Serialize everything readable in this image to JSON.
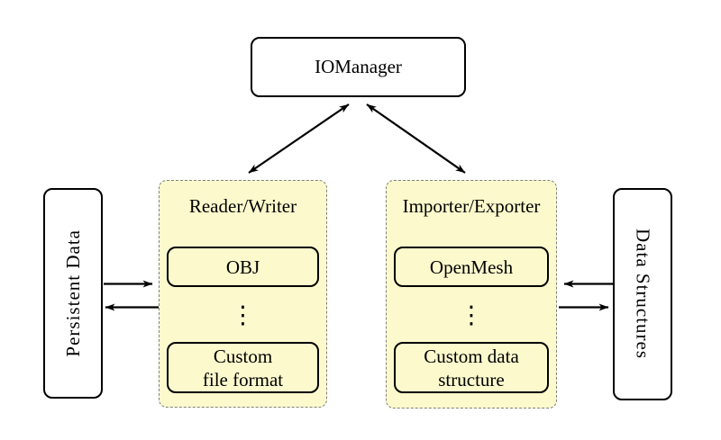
{
  "colors": {
    "background": "#FFFFFF",
    "group_fill": "#FCFACD",
    "group_border": "#7F7F7F",
    "node_border": "#000000",
    "node_fill": "#FFFFFF",
    "arrow": "#000000"
  },
  "nodes": {
    "io_manager": {
      "label": "IOManager"
    },
    "persistent_data": {
      "label": "Persistent Data"
    },
    "data_structures": {
      "label": "Data Structures"
    }
  },
  "groups": {
    "reader_writer": {
      "title": "Reader/Writer",
      "top_box": {
        "label": "OBJ"
      },
      "dots": "⋮",
      "bottom_box": {
        "line1": "Custom",
        "line2": "file format"
      }
    },
    "importer_exporter": {
      "title": "Importer/Exporter",
      "top_box": {
        "label": "OpenMesh"
      },
      "dots": "⋮",
      "bottom_box": {
        "line1": "Custom data",
        "line2": "structure"
      }
    }
  },
  "edges": [
    {
      "from": "io_manager",
      "to": "reader_writer",
      "direction": "bidirectional"
    },
    {
      "from": "io_manager",
      "to": "importer_exporter",
      "direction": "bidirectional"
    },
    {
      "from": "persistent_data",
      "to": "reader_writer",
      "direction": "forward"
    },
    {
      "from": "reader_writer",
      "to": "persistent_data",
      "direction": "forward"
    },
    {
      "from": "data_structures",
      "to": "importer_exporter",
      "direction": "forward"
    },
    {
      "from": "importer_exporter",
      "to": "data_structures",
      "direction": "forward"
    }
  ]
}
